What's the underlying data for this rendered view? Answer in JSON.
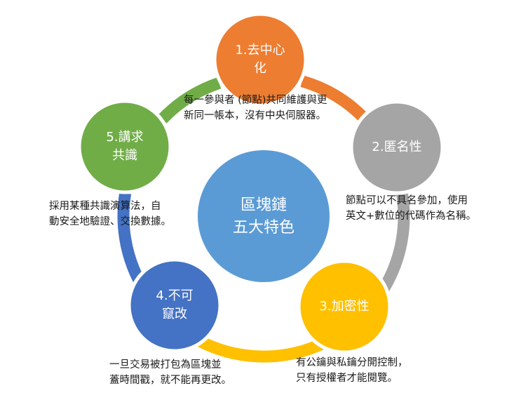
{
  "center": {
    "line1": "區塊鏈",
    "line2": "五大特色",
    "color": "#5b9bd5"
  },
  "nodes": [
    {
      "id": "decentralization",
      "line1": "1.去中心",
      "line2": "化",
      "color": "#ed7d31",
      "desc": [
        "每一參與者 (節點)共同維護與更",
        "新同一帳本，沒有中央伺服器。"
      ]
    },
    {
      "id": "anonymity",
      "line1": "2.匿名性",
      "line2": "",
      "color": "#a5a5a5",
      "desc": [
        "節點可以不具名參加，使用",
        "英文+數位的代碼作為名稱。"
      ]
    },
    {
      "id": "encryption",
      "line1": "3.加密性",
      "line2": "",
      "color": "#ffc000",
      "desc": [
        "有公鑰與私鑰分開控制，",
        "只有授權者才能閱覽。"
      ]
    },
    {
      "id": "immutability",
      "line1": "4.不可",
      "line2": "竄改",
      "color": "#4472c4",
      "desc": [
        "一旦交易被打包為區塊並",
        "蓋時間戳，就不能再更改。"
      ]
    },
    {
      "id": "consensus",
      "line1": "5.講求",
      "line2": "共識",
      "color": "#70ad47",
      "desc": [
        "採用某種共識演算法，自",
        "動安全地驗證、交換數據。"
      ]
    }
  ]
}
